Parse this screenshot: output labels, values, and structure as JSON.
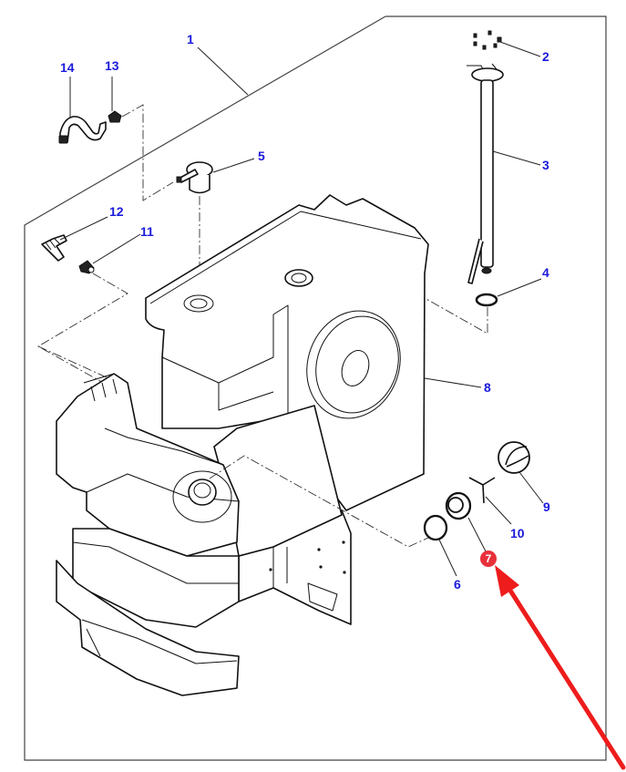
{
  "diagram": {
    "title": "",
    "labels": [
      {
        "id": "1",
        "text": "1",
        "part": "fuel-tank-assembly"
      },
      {
        "id": "2",
        "text": "2",
        "part": "screws"
      },
      {
        "id": "3",
        "text": "3",
        "part": "fuel-level-sender"
      },
      {
        "id": "4",
        "text": "4",
        "part": "sender-o-ring"
      },
      {
        "id": "5",
        "text": "5",
        "part": "vent-valve"
      },
      {
        "id": "6",
        "text": "6",
        "part": "filler-seal-ring"
      },
      {
        "id": "7",
        "text": "7",
        "part": "filler-neck-seal",
        "highlighted": true
      },
      {
        "id": "8",
        "text": "8",
        "part": "fuel-tank"
      },
      {
        "id": "9",
        "text": "9",
        "part": "filler-cap"
      },
      {
        "id": "10",
        "text": "10",
        "part": "cap-retainer"
      },
      {
        "id": "11",
        "text": "11",
        "part": "plug"
      },
      {
        "id": "12",
        "text": "12",
        "part": "elbow-fitting"
      },
      {
        "id": "13",
        "text": "13",
        "part": "grommet"
      },
      {
        "id": "14",
        "text": "14",
        "part": "vent-hose"
      }
    ],
    "highlight": {
      "label": "7",
      "badge_color": "#e8313a",
      "arrow_color": "#ee1c1c"
    },
    "colors": {
      "label": "#1a1adb",
      "line": "#111111",
      "background": "#ffffff"
    }
  }
}
